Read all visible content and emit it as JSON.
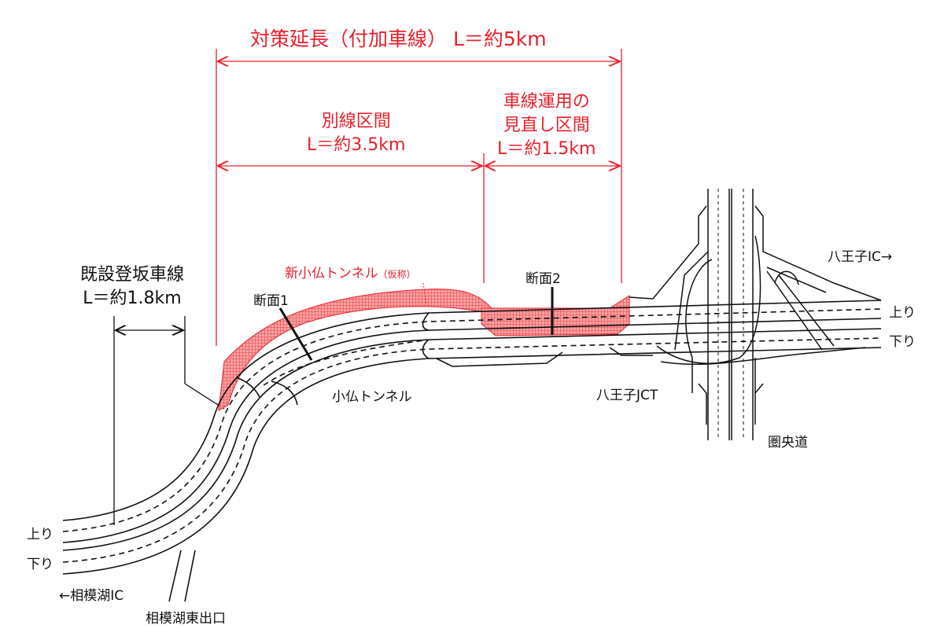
{
  "title": "対策延長（付加車線） L＝約5km",
  "sections": {
    "bypass": {
      "name": "別線区間",
      "length": "L＝約3.5km"
    },
    "lane_review": {
      "line1": "車線運用の",
      "line2": "見直し区間",
      "length": "L＝約1.5km"
    }
  },
  "existing_climbing_lane": {
    "name": "既設登坂車線",
    "length": "L＝約1.8km"
  },
  "labels": {
    "new_tunnel": "新小仏トンネル",
    "new_tunnel_note": "（仮称）",
    "section1": "断面1",
    "section2": "断面2",
    "kobotoke_tunnel": "小仏トンネル",
    "hachioji_jct": "八王子JCT",
    "hachioji_ic": "八王子IC→",
    "ken_o_do": "圏央道",
    "up_right": "上り",
    "down_right": "下り",
    "up_left": "上り",
    "down_left": "下り",
    "sagamiko_ic": "←相模湖IC",
    "sagamiko_higashi": "相模湖東出口"
  },
  "colors": {
    "accent": "#e8202a",
    "line": "#111111"
  }
}
